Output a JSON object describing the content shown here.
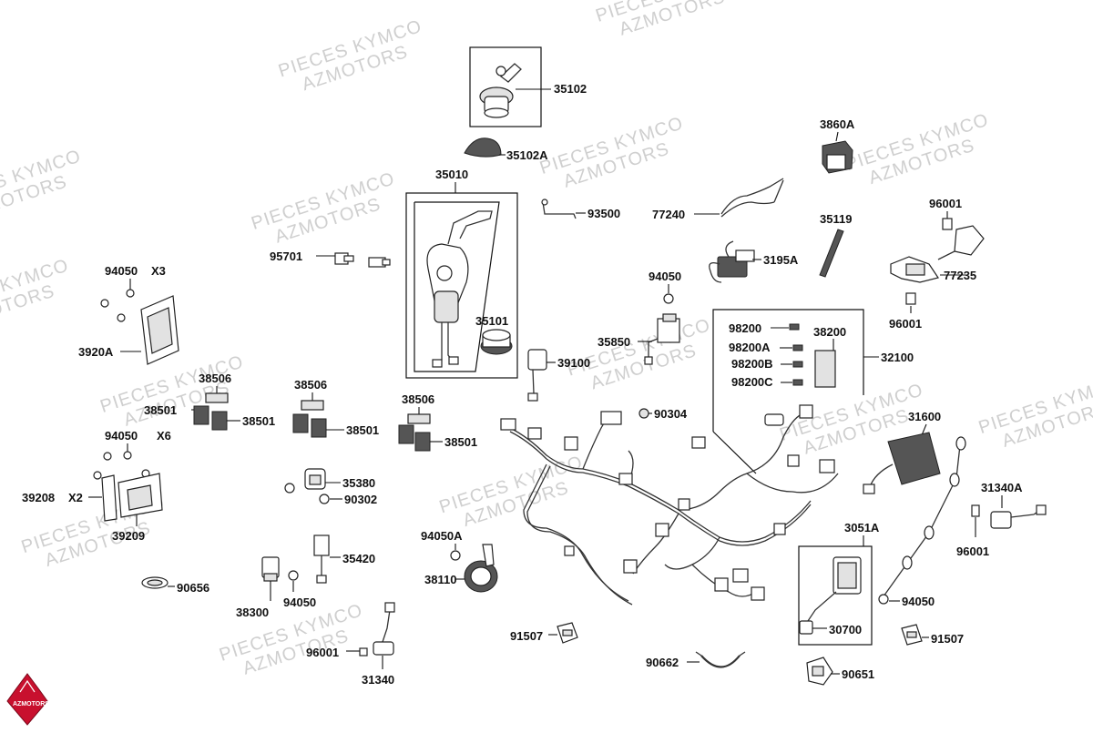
{
  "watermark": {
    "line1": "PIECES KYMCO",
    "line2": "AZMOTORS"
  },
  "logo": {
    "text": "AZMOTORS",
    "color": "#c8102e"
  },
  "parts": {
    "p35102": "35102",
    "p35102A": "35102A",
    "p35010": "35010",
    "p93500": "93500",
    "p3860A": "3860A",
    "p77240": "77240",
    "p35119": "35119",
    "p96001_top": "96001",
    "p3195A": "3195A",
    "p77235": "77235",
    "p96001_right": "96001",
    "p95701": "95701",
    "p94050_x3": "94050",
    "x3": "X3",
    "p3920A": "3920A",
    "p35101": "35101",
    "p94050_mid": "94050",
    "p98200": "98200",
    "p98200A": "98200A",
    "p98200B": "98200B",
    "p98200C": "98200C",
    "p38200": "38200",
    "p32100": "32100",
    "p35850": "35850",
    "p39100": "39100",
    "p38506_a": "38506",
    "p38506_b": "38506",
    "p38506_c": "38506",
    "p38501_a": "38501",
    "p38501_b": "38501",
    "p38501_c": "38501",
    "p38501_d": "38501",
    "p90304": "90304",
    "p31600": "31600",
    "p94050_x6": "94050",
    "x6": "X6",
    "p39208": "39208",
    "x2": "X2",
    "p39209": "39209",
    "p35380": "35380",
    "p90302": "90302",
    "p31340A": "31340A",
    "p96001_far": "96001",
    "p3051A": "3051A",
    "p94050A": "94050A",
    "p38110": "38110",
    "p35420": "35420",
    "p90656": "90656",
    "p38300": "38300",
    "p94050_bot": "94050",
    "p94050_coil": "94050",
    "p30700": "30700",
    "p91507_a": "91507",
    "p91507_b": "91507",
    "p96001_bot": "96001",
    "p31340": "31340",
    "p90662": "90662",
    "p90651": "90651"
  }
}
